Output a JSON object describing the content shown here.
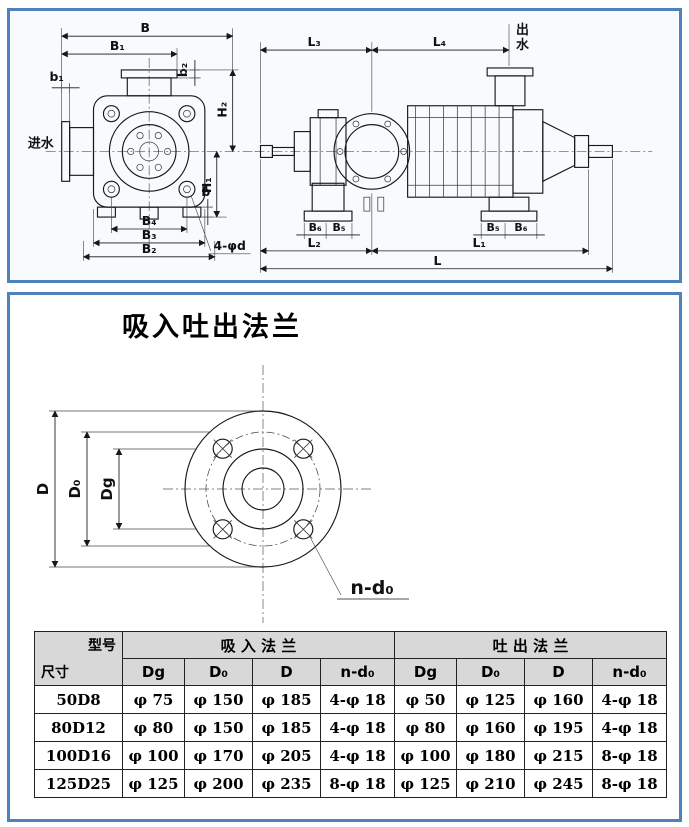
{
  "colors": {
    "panel_border": "#4f81bd",
    "table_header_bg": "#d8d8d8",
    "line": "#16181c"
  },
  "drawing": {
    "front": {
      "inlet": "进水",
      "B": "B",
      "B1": "B₁",
      "b1": "b₁",
      "b2": "b₂",
      "H2": "H₂",
      "H1": "H₁",
      "b": "b",
      "B4": "B₄",
      "B3": "B₃",
      "B2": "B₂",
      "bolt_note": "4-φd"
    },
    "side": {
      "outlet_top": "出",
      "outlet_bottom": "水",
      "L3": "L₃",
      "L4": "L₄",
      "L2": "L₂",
      "L1": "L₁",
      "L": "L",
      "B5": "B₅",
      "B6": "B₆"
    }
  },
  "flange": {
    "title": "吸入吐出法兰",
    "D": "D",
    "D0": "D₀",
    "Dg": "Dg",
    "bolt_note": "n-d₀"
  },
  "table": {
    "corner": {
      "top": "型号",
      "bottom": "尺寸"
    },
    "suction_header": "吸 入 法 兰",
    "discharge_header": "吐 出 法 兰",
    "columns": [
      "Dg",
      "D₀",
      "D",
      "n-d₀",
      "Dg",
      "D₀",
      "D",
      "n-d₀"
    ],
    "rows": [
      {
        "model": "50D8",
        "cells": [
          "φ 75",
          "φ 150",
          "φ 185",
          "4-φ 18",
          "φ 50",
          "φ 125",
          "φ 160",
          "4-φ 18"
        ]
      },
      {
        "model": "80D12",
        "cells": [
          "φ 80",
          "φ 150",
          "φ 185",
          "4-φ 18",
          "φ 80",
          "φ 160",
          "φ 195",
          "4-φ 18"
        ]
      },
      {
        "model": "100D16",
        "cells": [
          "φ 100",
          "φ 170",
          "φ 205",
          "4-φ 18",
          "φ 100",
          "φ 180",
          "φ 215",
          "8-φ 18"
        ]
      },
      {
        "model": "125D25",
        "cells": [
          "φ 125",
          "φ 200",
          "φ 235",
          "8-φ 18",
          "φ 125",
          "φ 210",
          "φ 245",
          "8-φ 18"
        ]
      }
    ]
  }
}
